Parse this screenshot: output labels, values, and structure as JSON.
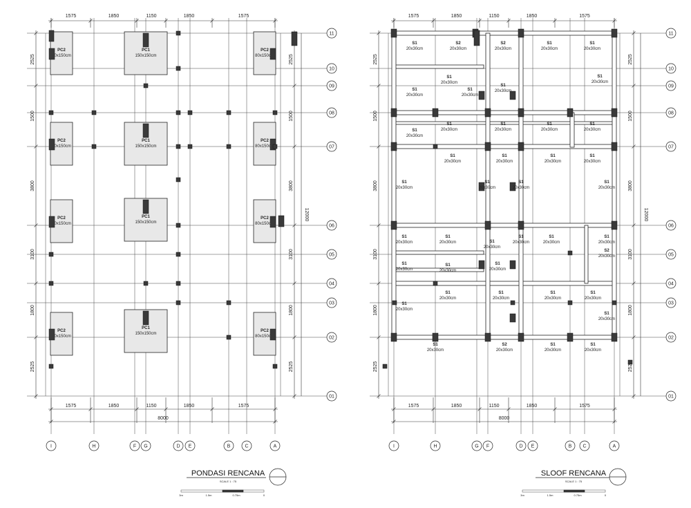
{
  "left_plan": {
    "title": "PONDASI RENCANA",
    "scale": "SCALE 1 : 75",
    "scale_bar": [
      "0",
      "0.75m",
      "1.5m",
      "3m"
    ],
    "top_dims": [
      "1575",
      "1850",
      "1150",
      "1850",
      "1575"
    ],
    "bottom_dims": [
      "1575",
      "1850",
      "1150",
      "1850",
      "1575"
    ],
    "total_width": "8000",
    "total_height": "12000",
    "left_dims": [
      "2525",
      "1500",
      "3800",
      "3100",
      "1800",
      "2525"
    ],
    "right_dims": [
      "2525",
      "1500",
      "3800",
      "3100",
      "1800",
      "2525"
    ],
    "row_labels": [
      "11",
      "10",
      "09",
      "08",
      "07",
      "06",
      "05",
      "04",
      "03",
      "02",
      "01"
    ],
    "col_labels": [
      "I",
      "H",
      "F",
      "G",
      "D",
      "E",
      "B",
      "C",
      "A"
    ],
    "footing_labels": {
      "pc2": "PC2",
      "pc2_size": "80x150cm",
      "pc1": "PC1",
      "pc1_size": "150x150cm"
    }
  },
  "right_plan": {
    "title": "SLOOF RENCANA",
    "scale": "SCALE 1 : 75",
    "scale_bar": [
      "0",
      "0.75m",
      "1.5m",
      "3m"
    ],
    "top_dims": [
      "1575",
      "1850",
      "1150",
      "1850",
      "1575"
    ],
    "bottom_dims": [
      "1575",
      "1850",
      "1150",
      "1850",
      "1575"
    ],
    "total_width": "8000",
    "total_height": "12000",
    "left_dims": [
      "2525",
      "1500",
      "3800",
      "3100",
      "1800",
      "2525"
    ],
    "right_dims": [
      "2525",
      "1500",
      "3800",
      "3100",
      "1800",
      "2525"
    ],
    "row_labels": [
      "11",
      "10",
      "09",
      "08",
      "07",
      "06",
      "05",
      "04",
      "03",
      "02",
      "01"
    ],
    "col_labels": [
      "I",
      "H",
      "G",
      "F",
      "D",
      "E",
      "B",
      "C",
      "A"
    ],
    "beam_labels": {
      "s1": "S1",
      "s2": "S2",
      "size": "20x30cm"
    }
  }
}
